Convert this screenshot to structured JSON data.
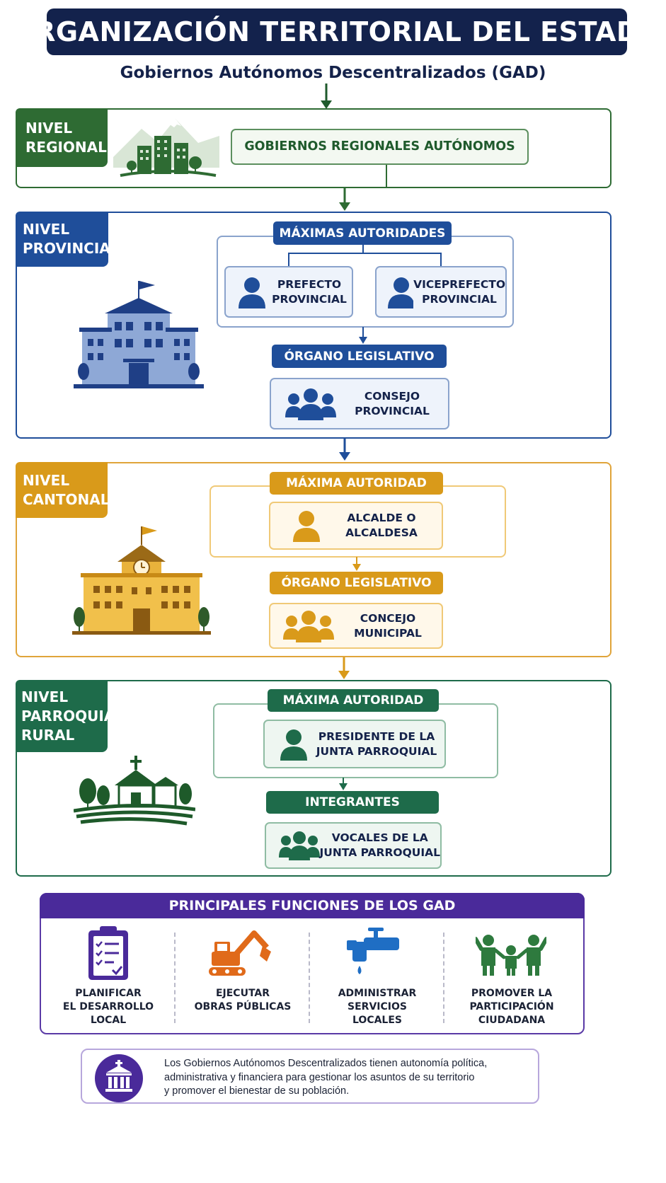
{
  "header": {
    "title": "ORGANIZACIÓN TERRITORIAL DEL ESTADO",
    "subtitle": "Gobiernos Autónomos Descentralizados (GAD)"
  },
  "colors": {
    "navy": "#13224c",
    "regional": "#2e6b33",
    "provincial": "#1f4e9a",
    "cantonal": "#d99a1a",
    "parroquial": "#1e6b4a",
    "functions": "#4a2a9a"
  },
  "regional": {
    "tag": [
      "NIVEL",
      "REGIONAL"
    ],
    "box": "GOBIERNOS REGIONALES AUTÓNOMOS",
    "illustration": "city-mountain-icon"
  },
  "provincial": {
    "tag": [
      "NIVEL",
      "PROVINCIAL"
    ],
    "authorities_label": "MÁXIMAS AUTORIDADES",
    "authority_1": [
      "PREFECTO",
      "PROVINCIAL"
    ],
    "authority_2": [
      "VICEPREFECTO",
      "PROVINCIAL"
    ],
    "legislative_label": "ÓRGANO LEGISLATIVO",
    "legislative_body": [
      "CONSEJO",
      "PROVINCIAL"
    ],
    "illustration": "government-building-icon"
  },
  "cantonal": {
    "tag": [
      "NIVEL",
      "CANTONAL"
    ],
    "authority_label": "MÁXIMA AUTORIDAD",
    "authority": [
      "ALCALDE O",
      "ALCALDESA"
    ],
    "legislative_label": "ÓRGANO LEGISLATIVO",
    "legislative_body": [
      "CONCEJO",
      "MUNICIPAL"
    ],
    "illustration": "town-hall-clock-icon"
  },
  "parroquial": {
    "tag": [
      "NIVEL",
      "PARROQUIAL",
      "RURAL"
    ],
    "authority_label": "MÁXIMA AUTORIDAD",
    "authority": [
      "PRESIDENTE DE LA",
      "JUNTA PARROQUIAL"
    ],
    "members_label": "INTEGRANTES",
    "members": [
      "VOCALES DE LA",
      "JUNTA PARROQUIAL"
    ],
    "illustration": "rural-church-icon"
  },
  "functions": {
    "title": "PRINCIPALES FUNCIONES DE LOS GAD",
    "items": [
      {
        "icon": "clipboard-checklist-icon",
        "label": [
          "PLANIFICAR",
          "EL DESARROLLO",
          "LOCAL"
        ]
      },
      {
        "icon": "excavator-icon",
        "label": [
          "EJECUTAR",
          "OBRAS PÚBLICAS"
        ]
      },
      {
        "icon": "water-tap-icon",
        "label": [
          "ADMINISTRAR",
          "SERVICIOS",
          "LOCALES"
        ]
      },
      {
        "icon": "people-celebrating-icon",
        "label": [
          "PROMOVER LA",
          "PARTICIPACIÓN",
          "CIUDADANA"
        ]
      }
    ]
  },
  "note": {
    "icon": "institution-building-icon",
    "lines": [
      "Los Gobiernos Autónomos Descentralizados tienen autonomía política,",
      "administrativa y financiera para gestionar los asuntos de su territorio",
      "y promover el bienestar de su población."
    ]
  }
}
